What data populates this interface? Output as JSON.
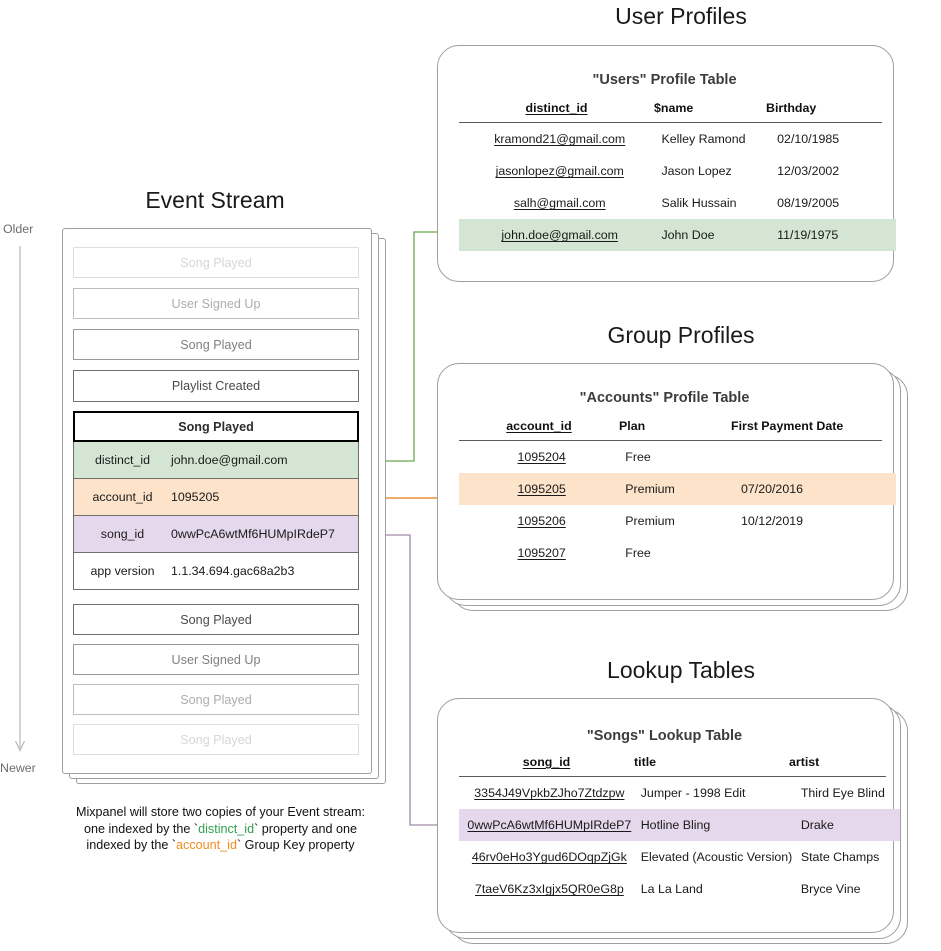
{
  "sections": {
    "user_profiles_title": "User Profiles",
    "group_profiles_title": "Group Profiles",
    "lookup_tables_title": "Lookup Tables",
    "event_stream_title": "Event Stream"
  },
  "timeline": {
    "older_label": "Older",
    "newer_label": "Newer"
  },
  "event_stream": {
    "events_before": [
      {
        "label": "Song Played",
        "opacity": 0.22
      },
      {
        "label": "User Signed Up",
        "opacity": 0.45
      },
      {
        "label": "Song Played",
        "opacity": 0.7
      },
      {
        "label": "Playlist Created",
        "opacity": 1.0
      }
    ],
    "selected_event": {
      "name": "Song Played",
      "properties": [
        {
          "key": "distinct_id",
          "value": "john.doe@gmail.com",
          "highlight": "green"
        },
        {
          "key": "account_id",
          "value": "1095205",
          "highlight": "orange"
        },
        {
          "key": "song_id",
          "value": "0wwPcA6wtMf6HUMpIRdeP7",
          "highlight": "purple"
        },
        {
          "key": "app version",
          "value": "1.1.34.694.gac68a2b3",
          "highlight": "none"
        }
      ]
    },
    "events_after": [
      {
        "label": "Song Played",
        "opacity": 1.0
      },
      {
        "label": "User Signed Up",
        "opacity": 0.7
      },
      {
        "label": "Song Played",
        "opacity": 0.45
      },
      {
        "label": "Song Played",
        "opacity": 0.22
      }
    ]
  },
  "caption": {
    "line1_a": "Mixpanel will store two copies of your Event stream:",
    "line2_a": "one indexed by the `",
    "line2_token": "distinct_id",
    "line2_b": "` property and one",
    "line3_a": "indexed by the `",
    "line3_token": "account_id",
    "line3_b": "` Group Key property"
  },
  "users_table": {
    "title": "\"Users\" Profile Table",
    "columns": [
      "distinct_id",
      "$name",
      "Birthday"
    ],
    "rows": [
      {
        "cells": [
          "kramond21@gmail.com",
          "Kelley Ramond",
          "02/10/1985"
        ],
        "highlight": "none"
      },
      {
        "cells": [
          "jasonlopez@gmail.com",
          "Jason Lopez",
          "12/03/2002"
        ],
        "highlight": "none"
      },
      {
        "cells": [
          "salh@gmail.com",
          "Salik Hussain",
          "08/19/2005"
        ],
        "highlight": "none"
      },
      {
        "cells": [
          "john.doe@gmail.com",
          "John Doe",
          "11/19/1975"
        ],
        "highlight": "green"
      }
    ]
  },
  "accounts_table": {
    "title": "\"Accounts\" Profile Table",
    "columns": [
      "account_id",
      "Plan",
      "First Payment Date"
    ],
    "rows": [
      {
        "cells": [
          "1095204",
          "Free",
          ""
        ],
        "highlight": "none"
      },
      {
        "cells": [
          "1095205",
          "Premium",
          "07/20/2016"
        ],
        "highlight": "orange"
      },
      {
        "cells": [
          "1095206",
          "Premium",
          "10/12/2019"
        ],
        "highlight": "none"
      },
      {
        "cells": [
          "1095207",
          "Free",
          ""
        ],
        "highlight": "none"
      }
    ]
  },
  "songs_table": {
    "title": "\"Songs\" Lookup Table",
    "columns": [
      "song_id",
      "title",
      "artist"
    ],
    "rows": [
      {
        "cells": [
          "3354J49VpkbZJho7Ztdzpw",
          "Jumper - 1998 Edit",
          "Third Eye Blind"
        ],
        "highlight": "none"
      },
      {
        "cells": [
          "0wwPcA6wtMf6HUMpIRdeP7",
          "Hotline Bling",
          "Drake"
        ],
        "highlight": "purple"
      },
      {
        "cells": [
          "46rv0eHo3Ygud6DOqpZjGk",
          "Elevated (Acoustic Version)",
          "State Champs"
        ],
        "highlight": "none"
      },
      {
        "cells": [
          "7taeV6Kz3xIgjx5QR0eG8p",
          "La La Land",
          "Bryce Vine"
        ],
        "highlight": "none"
      }
    ]
  },
  "colors": {
    "green_highlight": "#d4e6d3",
    "orange_highlight": "#fce3ca",
    "purple_highlight": "#e6d8ec",
    "green_arrow": "#6aa84f",
    "orange_arrow": "#e69138",
    "purple_arrow": "#a991b1",
    "card_border": "#9e9e9e"
  }
}
